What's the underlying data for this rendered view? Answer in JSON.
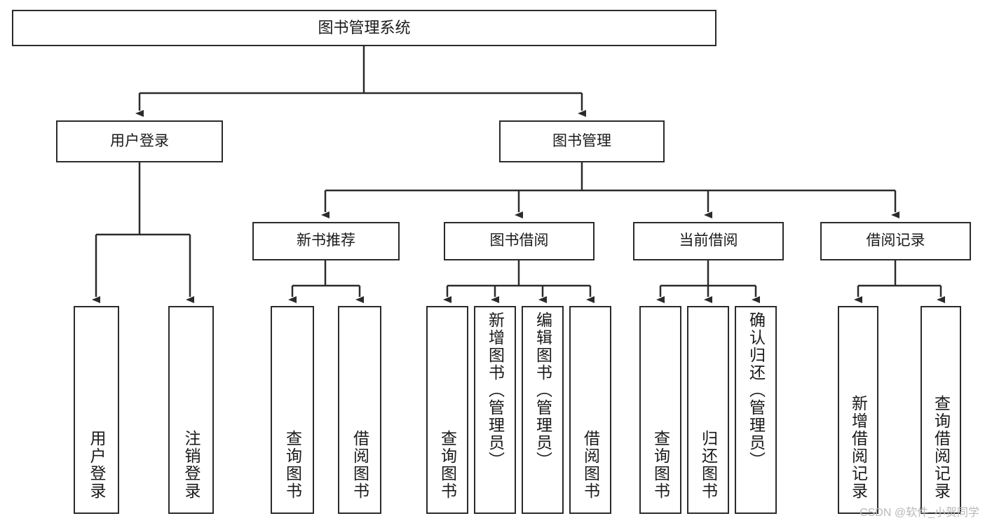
{
  "diagram": {
    "type": "tree",
    "title": "图书管理系统",
    "watermark": "CSDN @软件_小贺同学",
    "colors": {
      "box_border": "#2b2b2b",
      "box_fill": "#ffffff",
      "connector": "#2b2b2b",
      "background": "#ffffff",
      "watermark": "#b9b9b9"
    },
    "nodes": {
      "root": "图书管理系统",
      "level2": {
        "user_login": "用户登录",
        "book_manage": "图书管理"
      },
      "level3": {
        "new_book_rec": "新书推荐",
        "book_borrow": "图书借阅",
        "current_borrow": "当前借阅",
        "borrow_record": "借阅记录"
      },
      "leaves": {
        "user_login_1": "用户登录",
        "user_login_2": "注销登录",
        "new_book_rec_1": "查询图书",
        "new_book_rec_2": "借阅图书",
        "book_borrow_1": "查询图书",
        "book_borrow_2": "新增图书（管理员）",
        "book_borrow_3": "编辑图书（管理员）",
        "book_borrow_4": "借阅图书",
        "current_borrow_1": "查询图书",
        "current_borrow_2": "归还图书",
        "current_borrow_3": "确认归还（管理员）",
        "borrow_record_1": "新增借阅记录",
        "borrow_record_2": "查询借阅记录"
      }
    },
    "edges": [
      {
        "from": "root",
        "to": "user_login"
      },
      {
        "from": "root",
        "to": "book_manage"
      },
      {
        "from": "user_login",
        "to": "user_login_1"
      },
      {
        "from": "user_login",
        "to": "user_login_2"
      },
      {
        "from": "book_manage",
        "to": "new_book_rec"
      },
      {
        "from": "book_manage",
        "to": "book_borrow"
      },
      {
        "from": "book_manage",
        "to": "current_borrow"
      },
      {
        "from": "book_manage",
        "to": "borrow_record"
      },
      {
        "from": "new_book_rec",
        "to": "new_book_rec_1"
      },
      {
        "from": "new_book_rec",
        "to": "new_book_rec_2"
      },
      {
        "from": "book_borrow",
        "to": "book_borrow_1"
      },
      {
        "from": "book_borrow",
        "to": "book_borrow_2"
      },
      {
        "from": "book_borrow",
        "to": "book_borrow_3"
      },
      {
        "from": "book_borrow",
        "to": "book_borrow_4"
      },
      {
        "from": "current_borrow",
        "to": "current_borrow_1"
      },
      {
        "from": "current_borrow",
        "to": "current_borrow_2"
      },
      {
        "from": "current_borrow",
        "to": "current_borrow_3"
      },
      {
        "from": "borrow_record",
        "to": "borrow_record_1"
      },
      {
        "from": "borrow_record",
        "to": "borrow_record_2"
      }
    ]
  }
}
